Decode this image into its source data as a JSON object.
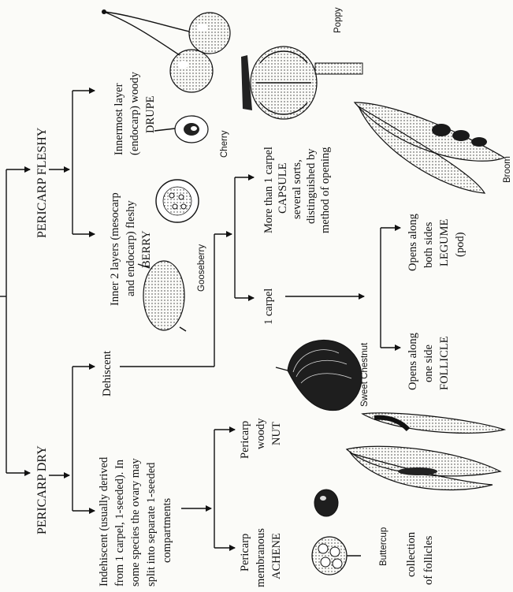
{
  "headings": {
    "pericarp_dry": "PERICARP DRY",
    "pericarp_fleshy": "PERICARP FLESHY"
  },
  "nodes": {
    "indehiscent": [
      "Indehiscent (usually derived",
      "from 1 carpel, 1-seeded). In",
      "some species the ovary may",
      "split into separate 1-seeded",
      "compartments"
    ],
    "dehiscent": [
      "Dehiscent"
    ],
    "achene": [
      "Pericarp",
      "membranous",
      "ACHENE"
    ],
    "nut": [
      "Pericarp",
      "woody",
      "NUT"
    ],
    "one_carpel": [
      "1 carpel"
    ],
    "capsule": [
      "More than 1 carpel",
      "CAPSULE",
      "several sorts,",
      "distinguished by",
      "method of opening"
    ],
    "follicle": [
      "Opens along",
      "one side",
      "FOLLICLE"
    ],
    "legume": [
      "Opens along",
      "both sides",
      "LEGUME",
      "(pod)"
    ],
    "berry": [
      "Inner 2 layers (mesocarp",
      "and endocarp) fleshy",
      "BERRY"
    ],
    "drupe": [
      "Innermost layer",
      "(endocarp) woody",
      "DRUPE"
    ],
    "collection": [
      "collection",
      "of follicles"
    ]
  },
  "captions": {
    "buttercup": "Buttercup",
    "sweet_chestnut": "Sweet Chestnut",
    "gooseberry": "Gooseberry",
    "cherry": "Cherry",
    "poppy": "Poppy",
    "broom": "Broom"
  }
}
